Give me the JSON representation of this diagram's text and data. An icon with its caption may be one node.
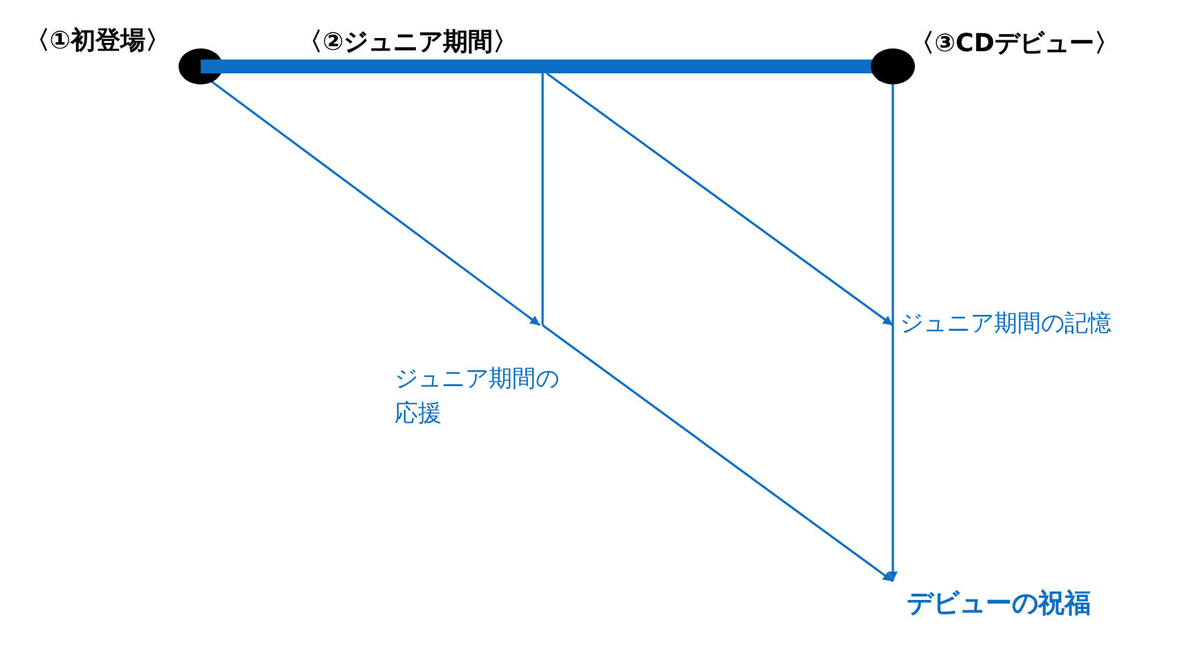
{
  "diagram": {
    "nodes": [
      {
        "text": [],
        "shape": "circle",
        "beside": [
          "〈①初登場〉"
        ]
      },
      {
        "text": [
          "〈②ジュニア期間〉"
        ]
      },
      {
        "text": [],
        "shape": "circle",
        "beside": [
          "〈③CDデビュー〉"
        ]
      },
      {
        "text": [
          "ジュニア期間の応援"
        ]
      },
      {
        "text": [
          "ジュニア期間の記憶"
        ]
      },
      {
        "text": [
          "デビューの祝福"
        ]
      }
    ],
    "edges": [
      {
        "from": 0,
        "to": 3,
        "arrow": "to"
      },
      {
        "from": 1,
        "to": 3,
        "arrow": "none"
      },
      {
        "from": 1,
        "to": 4,
        "arrow": "to"
      },
      {
        "from": 2,
        "to": 5,
        "arrow": "to"
      },
      {
        "from": 3,
        "to": 5,
        "arrow": "to"
      }
    ]
  }
}
